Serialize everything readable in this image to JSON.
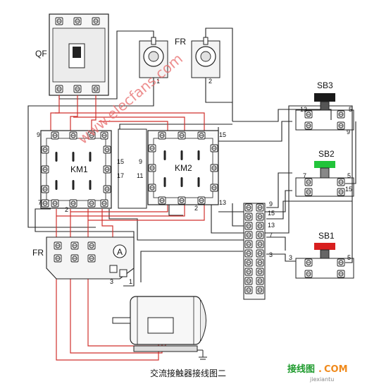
{
  "caption": "交流接触器接线图二",
  "watermark": "www.elecfans.com",
  "site_logo": {
    "cn": "接线图",
    "dot": ".",
    "com": "COM",
    "sub": "jiexiantu"
  },
  "components": {
    "qf": "QF",
    "fr_top": "FR",
    "fr_top_pin1": "1",
    "fr_top_pin2": "2",
    "km1": "KM1",
    "km2": "KM2",
    "fr_bottom": "FR",
    "ammeter": "A",
    "sb3": "SB3",
    "sb2": "SB2",
    "sb1": "SB1"
  },
  "terminals": {
    "km1_9": "9",
    "km1_15": "15",
    "km1_17": "17",
    "km1_7": "7",
    "km1_2": "2",
    "km2_9": "9",
    "km2_11": "11",
    "km2_15": "15",
    "km2_13": "13",
    "km2_2": "2",
    "strip_9": "9",
    "strip_15": "15",
    "strip_13": "13",
    "strip_7": "7",
    "strip_3": "3",
    "sb3_13": "13",
    "sb3_5": "5",
    "sb3_9": "9",
    "sb2_7": "7",
    "sb2_5": "5",
    "sb2_15": "15",
    "sb1_3": "3",
    "sb1_5": "5",
    "fr_b_1": "1",
    "fr_b_3": "3"
  },
  "colors": {
    "wire_black": "#222222",
    "wire_red": "#d0312d",
    "button_black": "#1a1a1a",
    "button_green": "#22c43a",
    "button_red": "#d81f1f",
    "logo_green": "#1f9b2e",
    "logo_orange": "#f08a1c"
  }
}
